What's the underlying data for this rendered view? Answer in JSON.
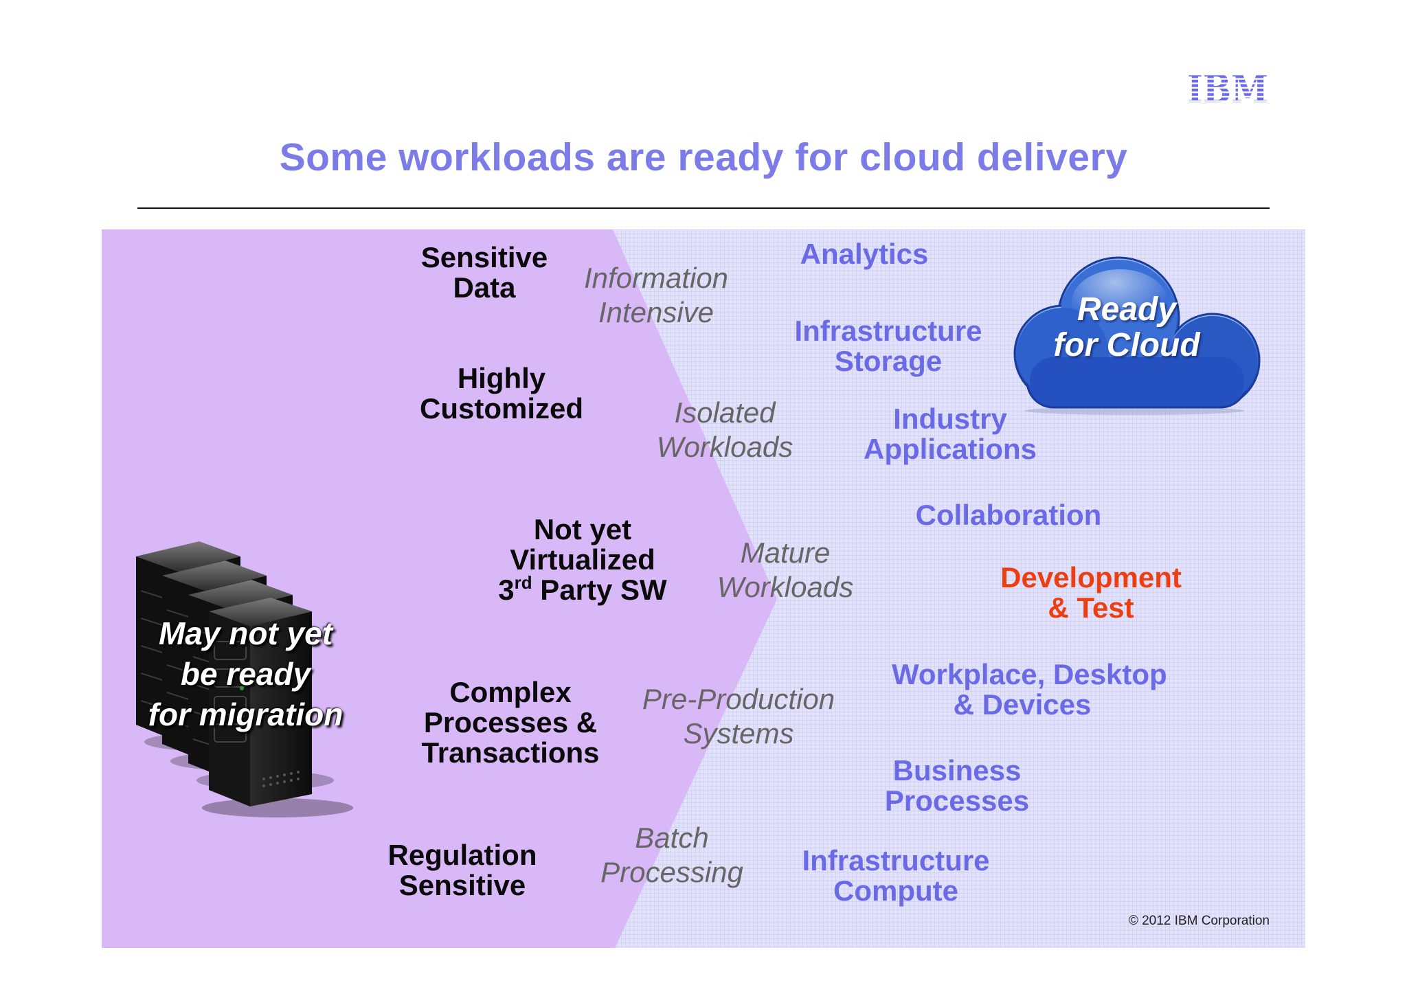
{
  "logo": {
    "text": "IBM"
  },
  "title": "Some workloads are ready for cloud delivery",
  "not_ready": {
    "sensitive_data": [
      "Sensitive",
      "Data"
    ],
    "highly_customized": [
      "Highly",
      "Customized"
    ],
    "not_virtualized": {
      "line1": "Not yet",
      "line2": "Virtualized",
      "line3_pre": "3",
      "line3_sup": "rd",
      "line3_post": " Party SW"
    },
    "complex_processes": [
      "Complex",
      "Processes &",
      "Transactions"
    ],
    "regulation_sensitive": [
      "Regulation",
      "Sensitive"
    ]
  },
  "characteristics": {
    "information_intensive": [
      "Information",
      "Intensive"
    ],
    "isolated_workloads": [
      "Isolated",
      "Workloads"
    ],
    "mature_workloads": [
      "Mature",
      "Workloads"
    ],
    "pre_production": [
      "Pre-Production",
      "Systems"
    ],
    "batch_processing": [
      "Batch",
      "Processing"
    ]
  },
  "ready": {
    "analytics": [
      "Analytics"
    ],
    "infrastructure_storage": [
      "Infrastructure",
      "Storage"
    ],
    "industry_applications": [
      "Industry",
      "Applications"
    ],
    "collaboration": [
      "Collaboration"
    ],
    "development_test": [
      "Development",
      "& Test"
    ],
    "workplace": [
      "Workplace, Desktop",
      "& Devices"
    ],
    "business_processes": [
      "Business",
      "Processes"
    ],
    "infrastructure_compute": [
      "Infrastructure",
      "Compute"
    ]
  },
  "cloud_badge": [
    "Ready",
    "for Cloud"
  ],
  "servers_caption": [
    "May not yet",
    "be ready",
    "for migration"
  ],
  "footer": {
    "copyright": "© 2012 IBM Corporation"
  },
  "colors": {
    "title": "#7c7ce8",
    "not_ready_region": "#d9b8f7",
    "ready_region": "#e4e4fb",
    "ready_text": "#6a6ae6",
    "highlight_text": "#ee3d10",
    "characteristic_text": "#666666"
  }
}
